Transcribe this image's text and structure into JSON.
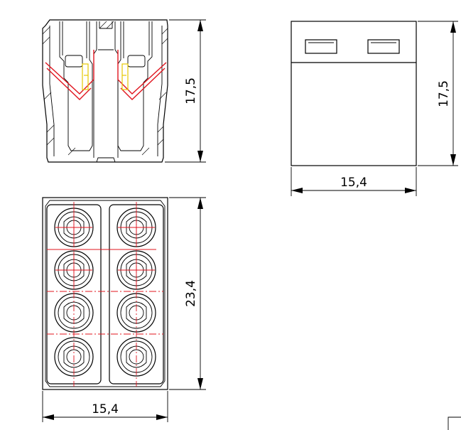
{
  "dimensions": {
    "front_height": "17,5",
    "side_height": "17,5",
    "side_width": "15,4",
    "top_length": "23,4",
    "top_width": "15,4"
  },
  "colors": {
    "outline": "#000000",
    "contact_spring": "#e0141e",
    "center_lines": "#e0141e",
    "busbar": "#e6c800"
  }
}
